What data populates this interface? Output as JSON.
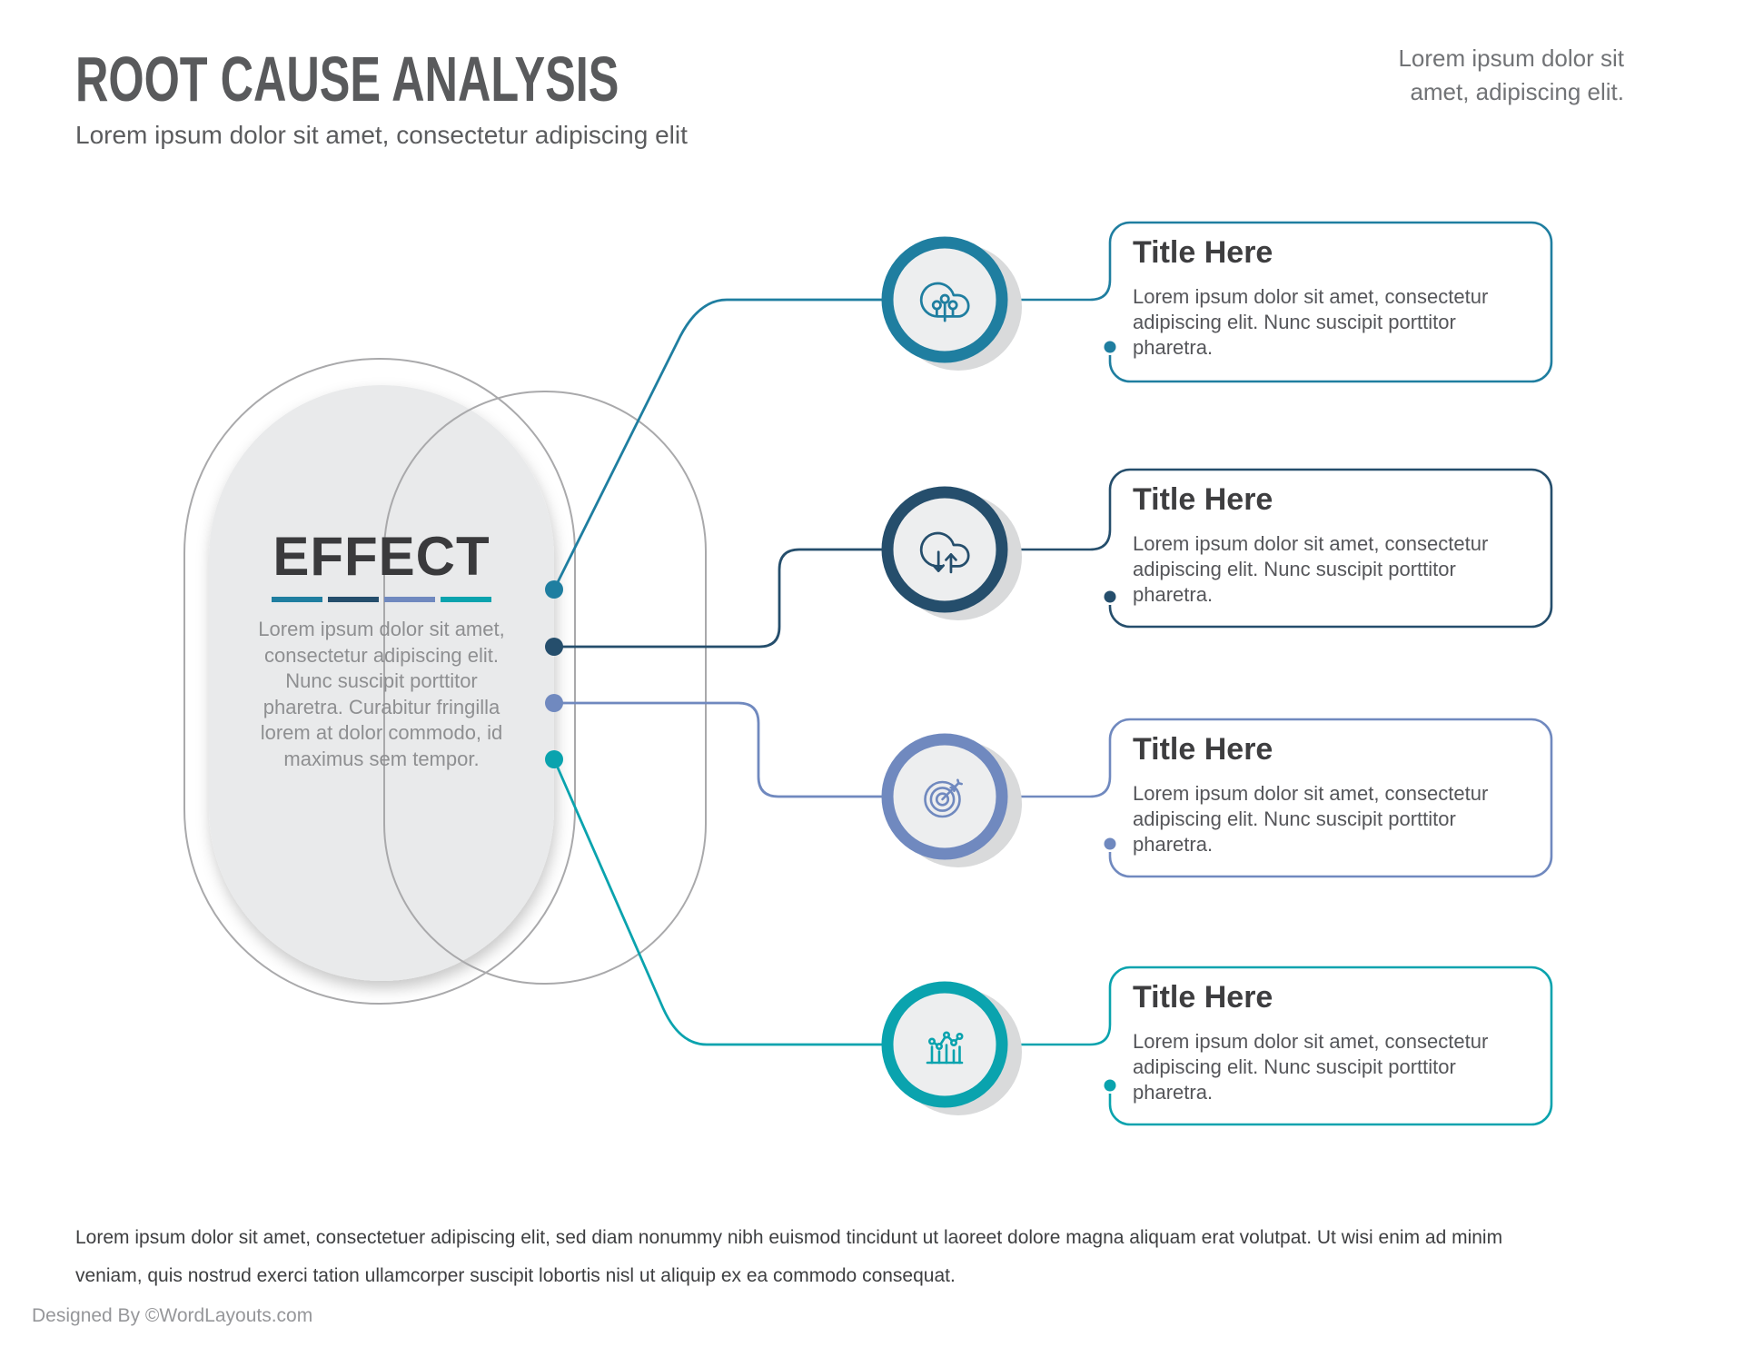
{
  "header": {
    "title": "ROOT CAUSE ANALYSIS",
    "subtitle": "Lorem ipsum dolor sit amet, consectetur adipiscing elit",
    "note_line1": "Lorem ipsum dolor sit",
    "note_line2": "amet, adipiscing elit."
  },
  "effect": {
    "title": "EFFECT",
    "description": "Lorem ipsum dolor sit amet, consectetur adipiscing elit. Nunc suscipit porttitor pharetra. Curabitur fringilla lorem at dolor commodo, id maximus sem tempor."
  },
  "causes": [
    {
      "title": "Title Here",
      "description": "Lorem ipsum dolor sit amet, consectetur adipiscing elit. Nunc suscipit porttitor pharetra.",
      "icon": "cloud-circuit-icon",
      "color": "#1F7EA0"
    },
    {
      "title": "Title Here",
      "description": "Lorem ipsum dolor sit amet, consectetur adipiscing elit. Nunc suscipit porttitor pharetra.",
      "icon": "cloud-sync-icon",
      "color": "#254E6C"
    },
    {
      "title": "Title Here",
      "description": "Lorem ipsum dolor sit amet, consectetur adipiscing elit. Nunc suscipit porttitor pharetra.",
      "icon": "target-dart-icon",
      "color": "#7089BF"
    },
    {
      "title": "Title Here",
      "description": "Lorem ipsum dolor sit amet, consectetur adipiscing elit. Nunc suscipit porttitor pharetra.",
      "icon": "analytics-chart-icon",
      "color": "#0AA3AE"
    }
  ],
  "footer": {
    "paragraph_line1": "Lorem ipsum dolor sit amet, consectetuer adipiscing elit, sed diam nonummy nibh euismod tincidunt ut laoreet dolore magna aliquam erat volutpat. Ut wisi enim ad minim",
    "paragraph_line2": "veniam, quis nostrud exerci tation ullamcorper suscipit lobortis nisl ut aliquip ex ea commodo consequat.",
    "credit": "Designed By ©WordLayouts.com"
  },
  "colors": {
    "row1": "#1F7EA0",
    "row2": "#254E6C",
    "row3": "#7089BF",
    "row4": "#0AA3AE",
    "outline_gray": "#A9A9AB",
    "pill_fill": "#E9EAEB",
    "circle_inner": "#EDEEEF",
    "shadow_gray": "#D9DADB"
  }
}
